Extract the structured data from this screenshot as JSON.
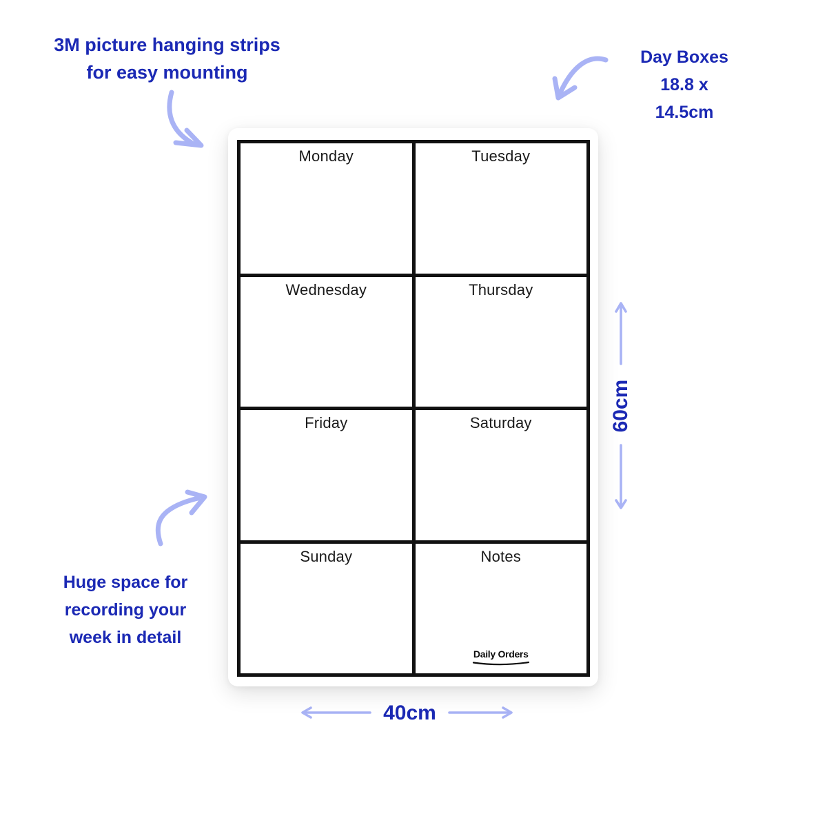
{
  "colors": {
    "annotation_blue": "#1b29b4",
    "arrow_periwinkle": "#a9b3f5",
    "board_line_black": "#111111"
  },
  "annotations": {
    "hanging_strips": {
      "lines": [
        "3M picture hanging strips",
        "for easy mounting"
      ]
    },
    "day_boxes": {
      "lines": [
        "Day Boxes",
        "18.8 x",
        "14.5cm"
      ]
    },
    "huge_space": {
      "lines": [
        "Huge space for",
        "recording your",
        "week in detail"
      ]
    }
  },
  "dimensions": {
    "width_label": "40cm",
    "height_label": "60cm"
  },
  "planner": {
    "cells": [
      {
        "label": "Monday"
      },
      {
        "label": "Tuesday"
      },
      {
        "label": "Wednesday"
      },
      {
        "label": "Thursday"
      },
      {
        "label": "Friday"
      },
      {
        "label": "Saturday"
      },
      {
        "label": "Sunday"
      },
      {
        "label": "Notes"
      }
    ],
    "brand": "Daily Orders"
  }
}
